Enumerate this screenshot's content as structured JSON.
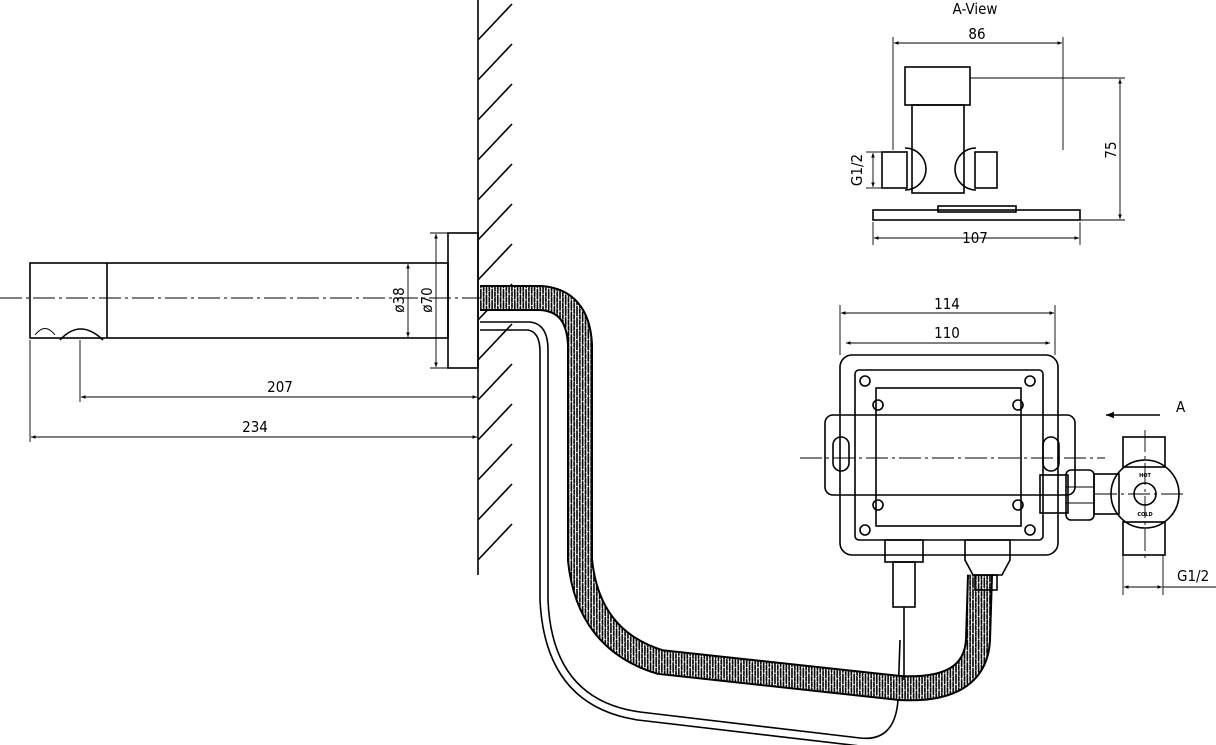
{
  "labels": {
    "a_view": "A-View",
    "dim_86": "86",
    "dim_75": "75",
    "dim_107": "107",
    "dim_g12_top": "G1/2",
    "dim_d38": "ø38",
    "dim_d70": "ø70",
    "dim_207": "207",
    "dim_234": "234",
    "dim_114": "114",
    "dim_110": "110",
    "view_arrow": "A",
    "dim_g12_right": "G1/2",
    "valve_hot": "HOT",
    "valve_cold": "COLD"
  }
}
